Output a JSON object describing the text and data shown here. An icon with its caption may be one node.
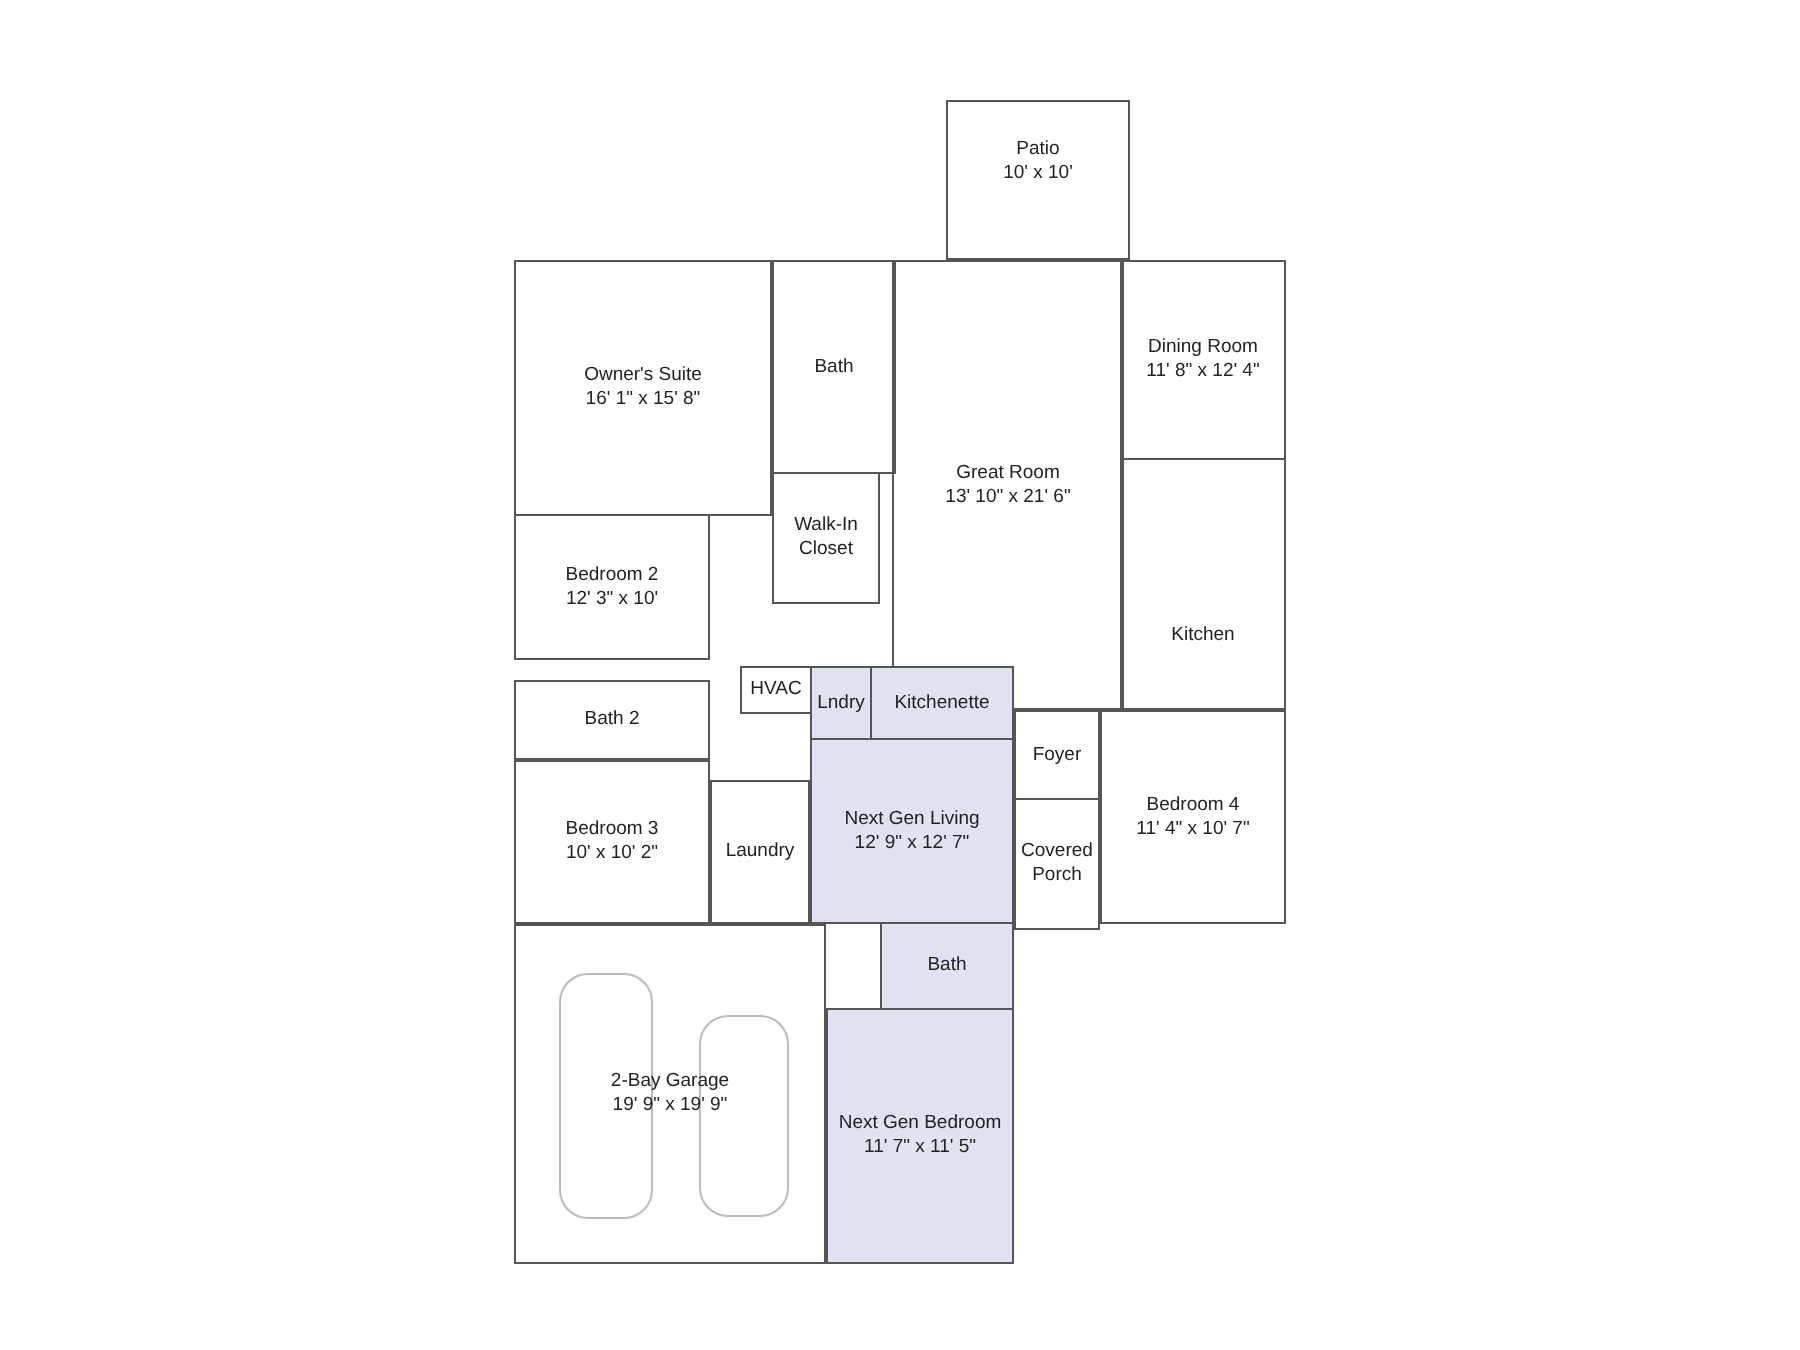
{
  "diagram": {
    "nodes": [
      {
        "text": [
          "Patio",
          "10' x 10'"
        ]
      },
      {
        "text": [
          "Owner's Suite",
          "16' 1\" x 15' 8\""
        ]
      },
      {
        "text": [
          "Bath"
        ]
      },
      {
        "text": [
          "Great Room",
          "13' 10\" x 21' 6\""
        ]
      },
      {
        "text": [
          "Dining Room",
          "11' 8\" x 12' 4\""
        ]
      },
      {
        "text": [
          "Walk-In Closet"
        ]
      },
      {
        "text": [
          "Bedroom 2",
          "12' 3\" x 10'"
        ]
      },
      {
        "text": [
          "Kitchen"
        ]
      },
      {
        "text": [
          "HVAC"
        ]
      },
      {
        "text": [
          "Lndry"
        ]
      },
      {
        "text": [
          "Bath 2"
        ]
      },
      {
        "text": [
          "Kitchenette"
        ]
      },
      {
        "text": [
          "Foyer"
        ]
      },
      {
        "text": [
          "Next Gen Living",
          "12' 9\" x 12' 7\""
        ]
      },
      {
        "text": [
          "Bedroom 3",
          "10' x 10' 2\""
        ]
      },
      {
        "text": [
          "Bedroom 4",
          "11' 4\" x 10' 7\""
        ]
      },
      {
        "text": [
          "Covered Porch"
        ]
      },
      {
        "text": [
          "Laundry"
        ]
      },
      {
        "text": [
          "Bath"
        ]
      },
      {
        "text": [
          "2-Bay Garage",
          "19' 9\" x 19' 9\""
        ]
      },
      {
        "text": [
          "Next Gen Bedroom",
          "11' 7\" x 11' 5\""
        ]
      }
    ],
    "edges": []
  }
}
